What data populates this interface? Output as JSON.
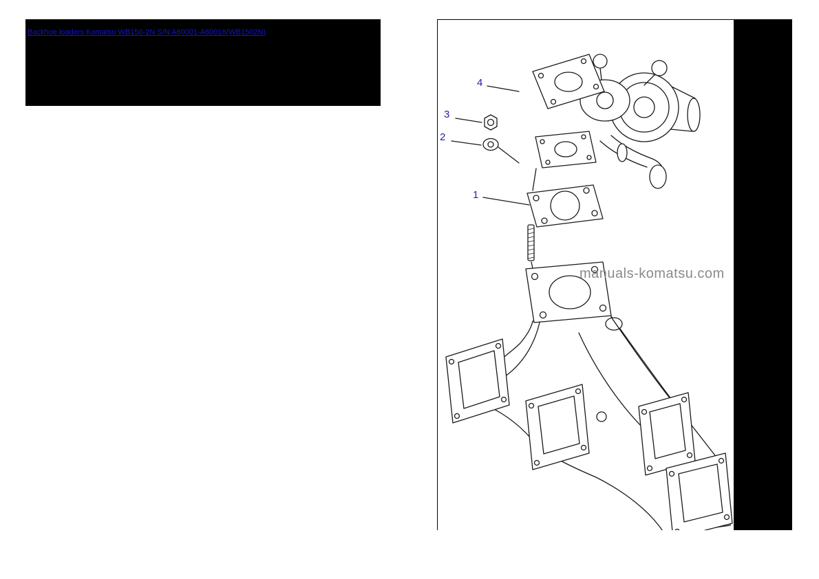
{
  "header": {
    "link_text": "Backhoe loaders Komatsu WB150-2N S/N A60001-A60016(WB1502N)"
  },
  "diagram": {
    "watermark": "manuals-komatsu.com",
    "callouts": [
      {
        "label": "1"
      },
      {
        "label": "2"
      },
      {
        "label": "3"
      },
      {
        "label": "4"
      }
    ]
  },
  "colors": {
    "link_blue": "#1414d2",
    "callout_blue": "#2222b0",
    "watermark_gray": "#8a8a8a",
    "panel_black": "#000000"
  }
}
